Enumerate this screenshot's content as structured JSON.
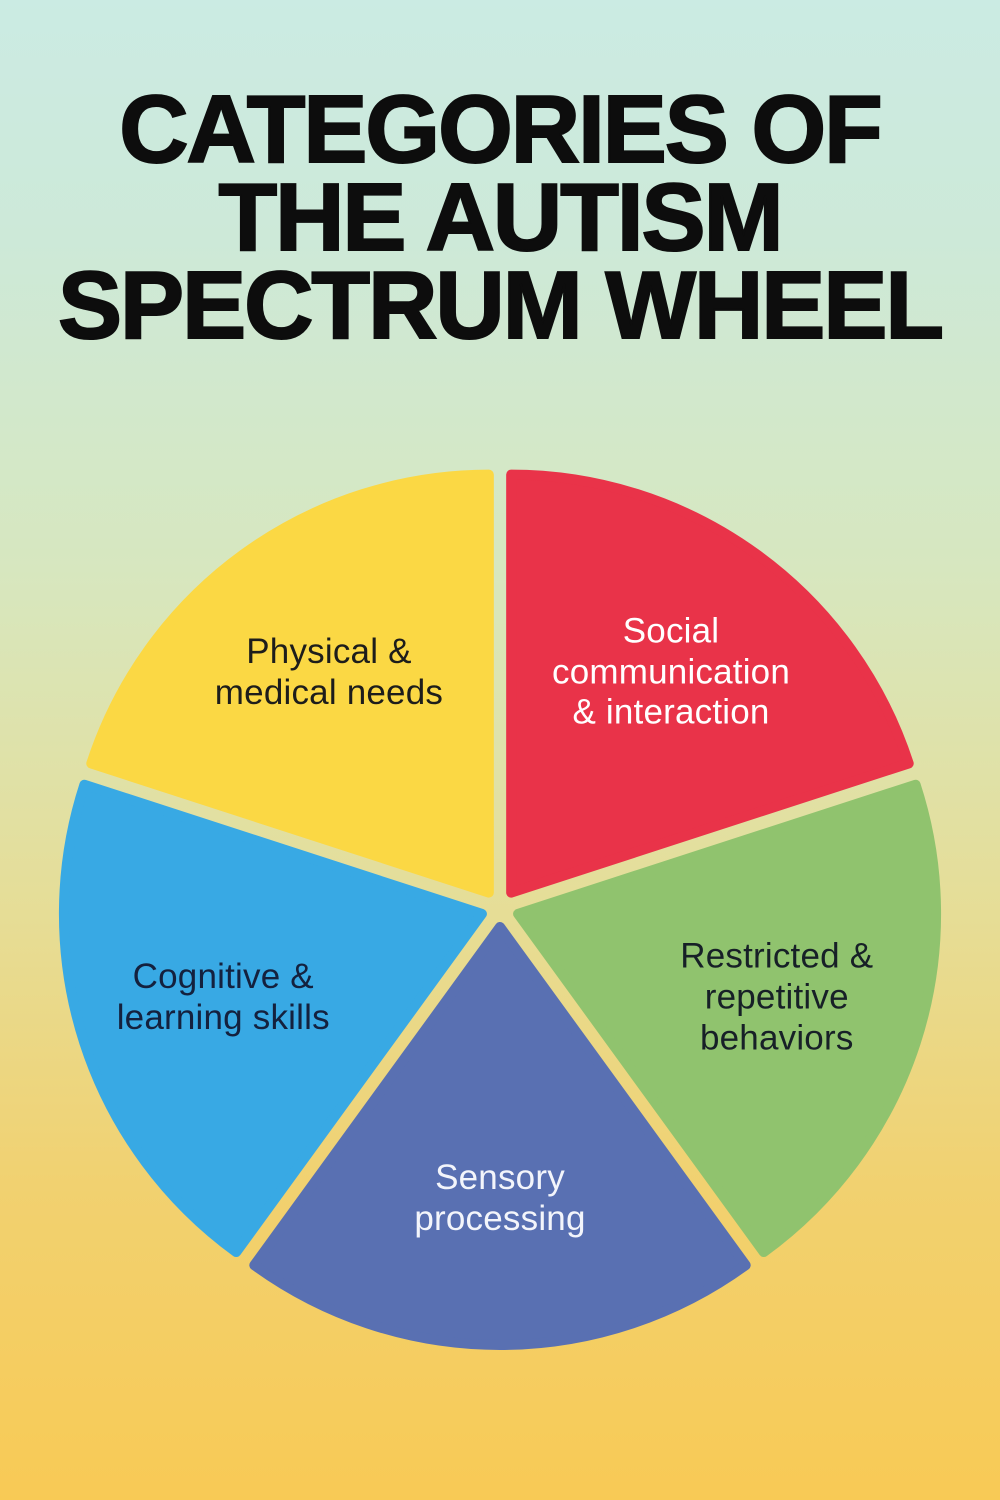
{
  "header": {
    "title": "CATEGORIES OF THE AUTISM SPECTRUM WHEEL",
    "title_lines": [
      "CATEGORIES OF",
      "THE AUTISM",
      "SPECTRUM WHEEL"
    ]
  },
  "colors": {
    "background_top": "#CBEBE3",
    "background_middle": "#E6DD96",
    "background_bottom": "#F8CA55",
    "title_text": "#0D0D0D"
  },
  "chart_data": {
    "type": "pie",
    "title": "Categories of the Autism Spectrum Wheel",
    "legend": "none",
    "label_position": "inside-slices",
    "start_angle_deg": 90,
    "direction": "clockwise",
    "segments": [
      {
        "label": "Social communication & interaction",
        "lines": [
          "Social",
          "communication",
          "& interaction"
        ],
        "value_pct": 20,
        "color": "#E93349",
        "text_color": "#FFFFFF"
      },
      {
        "label": "Restricted & repetitive behaviors",
        "lines": [
          "Restricted &",
          "repetitive",
          "behaviors"
        ],
        "value_pct": 20,
        "color": "#90C36E",
        "text_color": "#172027"
      },
      {
        "label": "Sensory processing",
        "lines": [
          "Sensory",
          "processing"
        ],
        "value_pct": 20,
        "color": "#5970B2",
        "text_color": "#F3F5FB"
      },
      {
        "label": "Cognitive & learning skills",
        "lines": [
          "Cognitive &",
          "learning skills"
        ],
        "value_pct": 20,
        "color": "#38A9E4",
        "text_color": "#14213E"
      },
      {
        "label": "Physical & medical needs",
        "lines": [
          "Physical &",
          "medical needs"
        ],
        "value_pct": 20,
        "color": "#FBD844",
        "text_color": "#1D1D1B"
      }
    ]
  }
}
